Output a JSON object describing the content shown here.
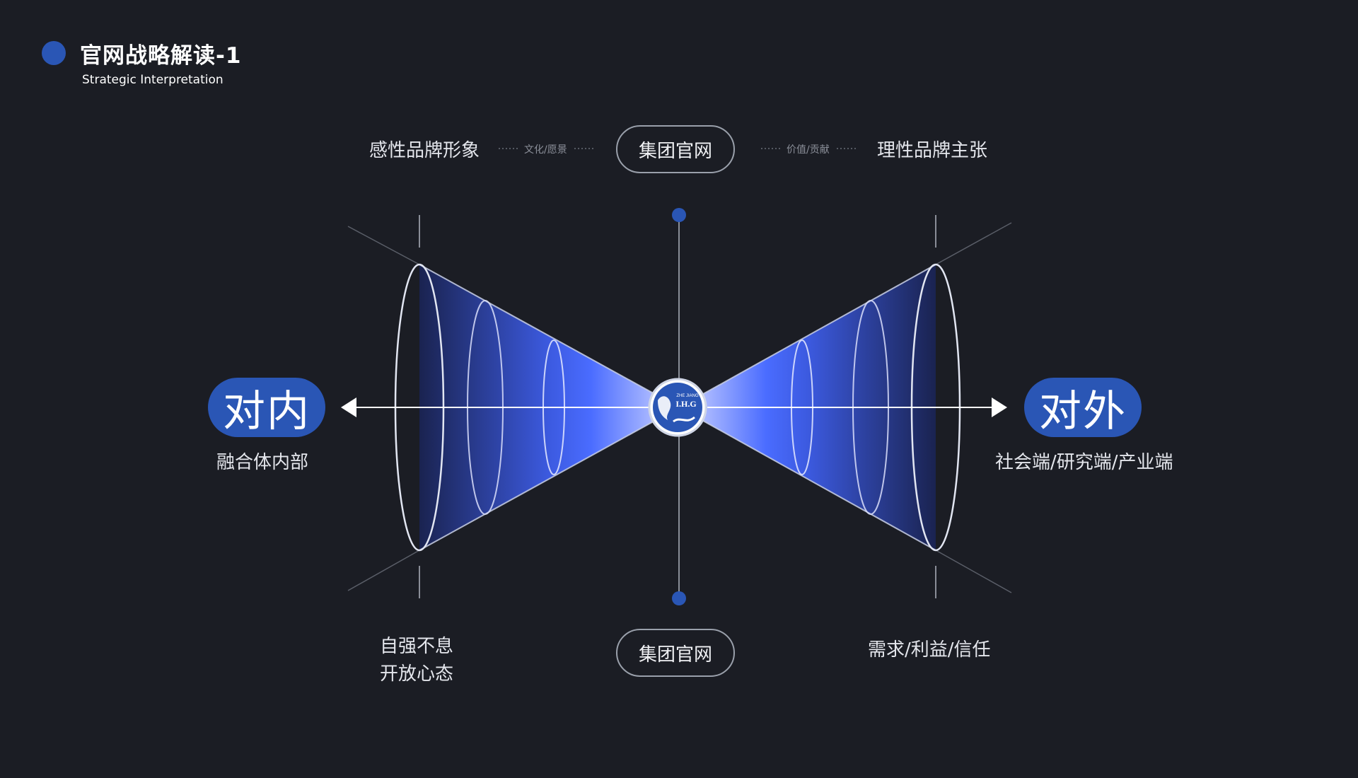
{
  "header": {
    "title": "官网战略解读-1",
    "subtitle": "Strategic Interpretation"
  },
  "top": {
    "left_label": "感性品牌形象",
    "left_connector": "文化/愿景",
    "center_pill": "集团官网",
    "right_connector": "价值/贡献",
    "right_label": "理性品牌主张"
  },
  "left_side": {
    "badge": "对内",
    "caption": "融合体内部",
    "bottom_lines": [
      "自强不息",
      "开放心态"
    ]
  },
  "right_side": {
    "badge": "对外",
    "caption": "社会端/研究端/产业端",
    "bottom_text": "需求/利益/信任"
  },
  "bottom": {
    "center_pill": "集团官网"
  },
  "logo": {
    "top_text": "ZHE JIANG",
    "main_text": "I.H.G"
  },
  "colors": {
    "background": "#1b1d24",
    "accent": "#2a56b5",
    "cone_bright": "#4a6cff",
    "cone_dark": "#1c2756"
  }
}
